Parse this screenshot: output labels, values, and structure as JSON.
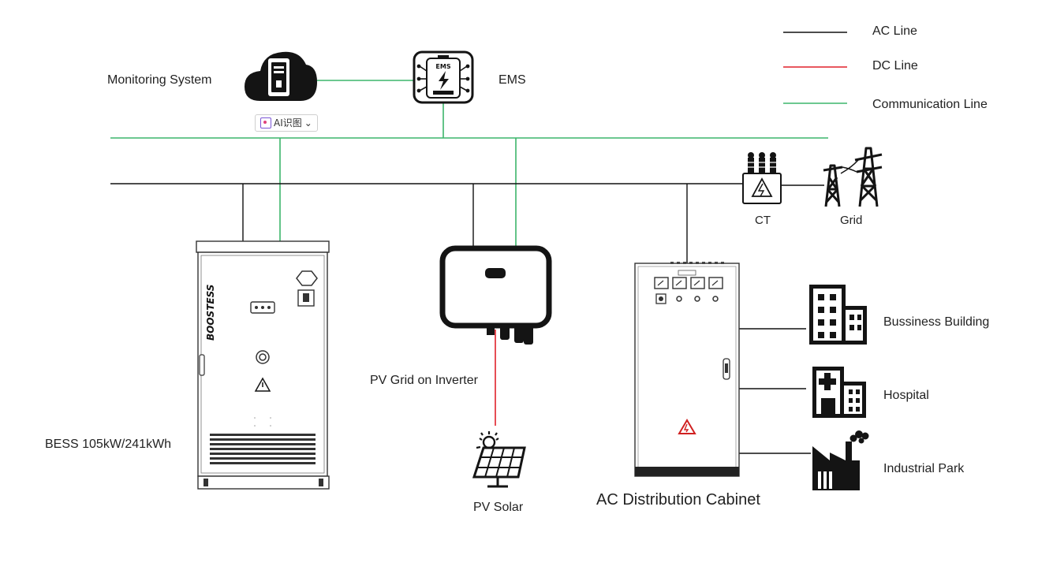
{
  "legend": {
    "ac": {
      "label": "AC Line",
      "color": "#111111"
    },
    "dc": {
      "label": "DC Line",
      "color": "#e0202a"
    },
    "comm": {
      "label": "Communication Line",
      "color": "#3cb56b"
    }
  },
  "nodes": {
    "monitoring": "Monitoring System",
    "ems": "EMS",
    "ems_badge": "EMS",
    "ct": "CT",
    "grid": "Grid",
    "bess": "BESS 105kW/241kWh",
    "bess_brand": "BOOSTESS",
    "inverter": "PV Grid on Inverter",
    "solar": "PV Solar",
    "cabinet": "AC Distribution Cabinet",
    "building": "Bussiness Building",
    "hospital": "Hospital",
    "industrial": "Industrial Park"
  },
  "overlay": {
    "ai_chip": "AI识图",
    "ai_chip_arrow": "⌄"
  }
}
